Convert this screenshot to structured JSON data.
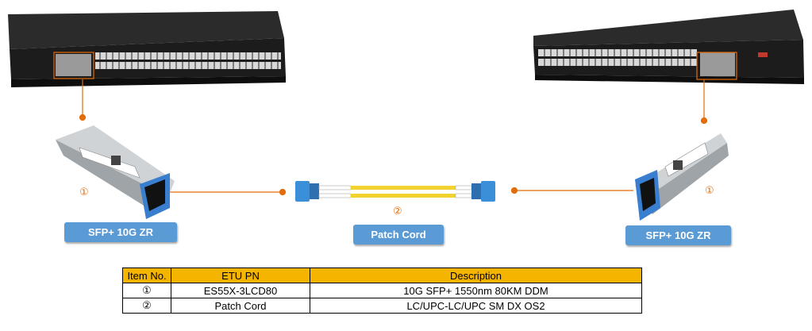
{
  "labels": {
    "left_module": "SFP+ 10G ZR",
    "right_module": "SFP+ 10G ZR",
    "patch_cord": "Patch Cord"
  },
  "markers": {
    "left": "①",
    "right": "①",
    "cord": "②"
  },
  "table": {
    "headers": [
      "Item No.",
      "ETU PN",
      "Description"
    ],
    "rows": [
      [
        "①",
        "ES55X-3LCD80",
        "10G SFP+ 1550nm 80KM DDM"
      ],
      [
        "②",
        "Patch Cord",
        "LC/UPC-LC/UPC SM DX OS2"
      ]
    ]
  },
  "colors": {
    "accent_orange": "#e46c0a",
    "label_blue": "#5b9bd5",
    "header_yellow": "#f5b400",
    "cord_yellow": "#f2d22e",
    "connector_blue": "#3b8ed8"
  }
}
